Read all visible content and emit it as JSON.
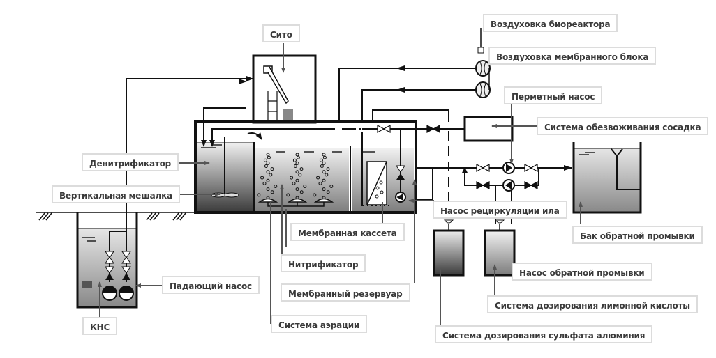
{
  "title": "Схема мембранного биореактора (МБР)",
  "labels": {
    "sito": "Сито",
    "air_bioreactor": "Воздуховка биореактора",
    "air_membrane": "Воздуховка мембранного блока",
    "permeate_pump": "Перметный насос",
    "sludge_dewatering": "Система обезвоживания сосадка",
    "denitrifier": "Денитрификатор",
    "vertical_mixer": "Вертикальная мешалка",
    "sludge_recirc_pump": "Насос рециркуляции ила",
    "membrane_cassette": "Мембранная кассета",
    "backwash_tank": "Бак обратной промывки",
    "nitrifier": "Нитрификатор",
    "backwash_pump": "Насос обратной промывки",
    "submersible_pump": "Падающий насос",
    "membrane_reservoir": "Мембранный резервуар",
    "citric_dosing": "Система дозирования лимонной кислоты",
    "kns": "КНС",
    "aeration": "Система аэрации",
    "alum_dosing": "Система дозирования сульфата алюминия"
  },
  "colors": {
    "line": "#111111",
    "label_border": "#dcdcdc",
    "label_text": "#3a3a3a",
    "water_light": "#ececec",
    "water_dark": "#7a7a7a"
  }
}
